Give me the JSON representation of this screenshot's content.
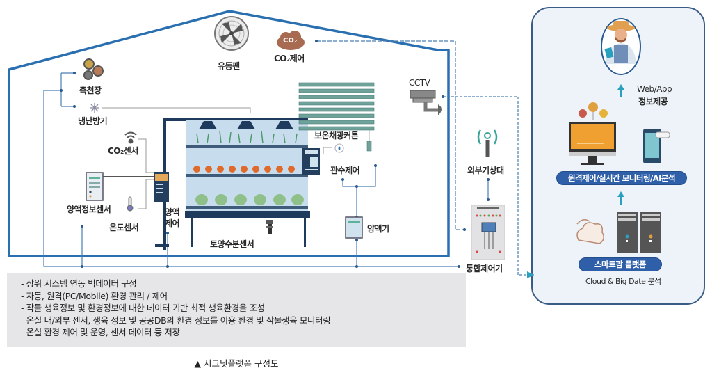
{
  "greenhouse": {
    "labels": {
      "fan": "유동팬",
      "co2_control": "CO₂제어",
      "side_window": "측천장",
      "heater_cooler": "냉난방기",
      "co2_sensor": "CO₂센서",
      "nutrient_info_sensor": "양액정보센서",
      "temp_sensor": "온도센서",
      "nutrient_control_line1": "양액",
      "nutrient_control_line2": "제어",
      "soil_moisture_sensor": "토양수분센서",
      "thermal_curtain": "보온채광커튼",
      "irrigation_control": "관수제어",
      "nutrient_machine": "양액기",
      "cctv": "CCTV",
      "weather_station": "외부기상대",
      "integrated_controller": "통합제어기"
    },
    "icon_text": {
      "co2_cloud": "CO₂"
    }
  },
  "platform_panel": {
    "web_app_line1": "Web/App",
    "web_app_line2": "정보제공",
    "monitoring_pill": "원격제어/실시간 모니터링/AI분석",
    "smartfarm_pill": "스마트팜 플랫폼",
    "cloud_caption": "Cloud & Big Date 분석"
  },
  "info_list": [
    "- 상위 시스템 연동 빅데이터 구성",
    "- 자동, 원격(PC/Mobile) 환경 관리 / 제어",
    "- 작물 생육정보 및 환경정보에 대한 데이터 기반 최적 생육환경을 조성",
    "- 온실 내/외부 센서, 생육 정보 및 공공DB의 환경 정보를 이용 환경 및 작물생육 모니터링",
    "- 온실 환경 제어 및 운영, 센서 데이터 등 저장"
  ],
  "caption": "▲ 시그닛플랫폼 구성도",
  "colors": {
    "house_outline": "#2a6fb0",
    "connector": "#4a7fb5",
    "pill_blue": "#2f5fa8",
    "panel_bg": "#eef3f9",
    "arrow_teal": "#2aa0c0",
    "info_bg": "#e6e6e8"
  }
}
